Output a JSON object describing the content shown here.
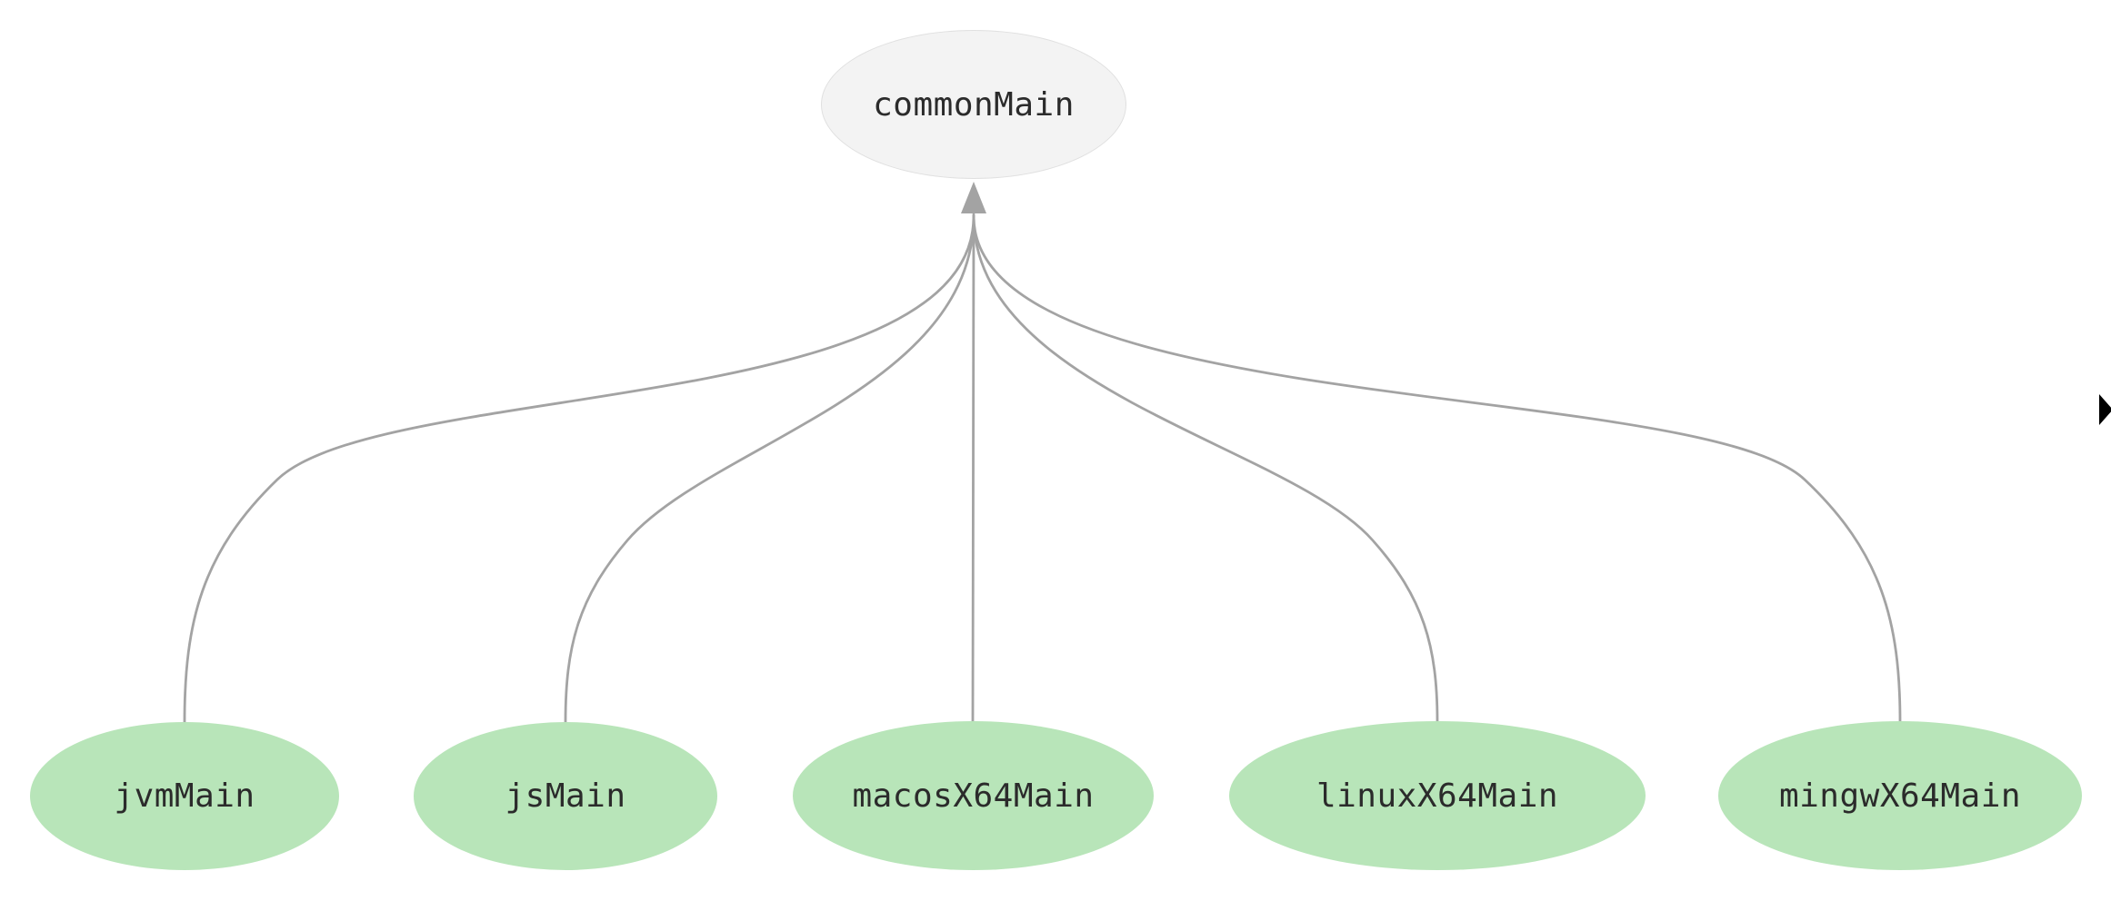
{
  "diagram": {
    "root": {
      "label": "commonMain",
      "fill": "#f3f3f3",
      "border_color": "#e0e0e0"
    },
    "leaves": [
      {
        "label": "jvmMain"
      },
      {
        "label": "jsMain"
      },
      {
        "label": "macosX64Main"
      },
      {
        "label": "linuxX64Main"
      },
      {
        "label": "mingwX64Main"
      }
    ],
    "edges": [
      {
        "from": "jvmMain",
        "to": "commonMain"
      },
      {
        "from": "jsMain",
        "to": "commonMain"
      },
      {
        "from": "macosX64Main",
        "to": "commonMain"
      },
      {
        "from": "linuxX64Main",
        "to": "commonMain"
      },
      {
        "from": "mingwX64Main",
        "to": "commonMain"
      }
    ],
    "leaf_fill": "#b8e5b9",
    "edge_color": "#a3a3a3",
    "text_color": "#2b2b2b"
  },
  "overlay": {
    "right_edge_triangle_color": "#000000"
  }
}
